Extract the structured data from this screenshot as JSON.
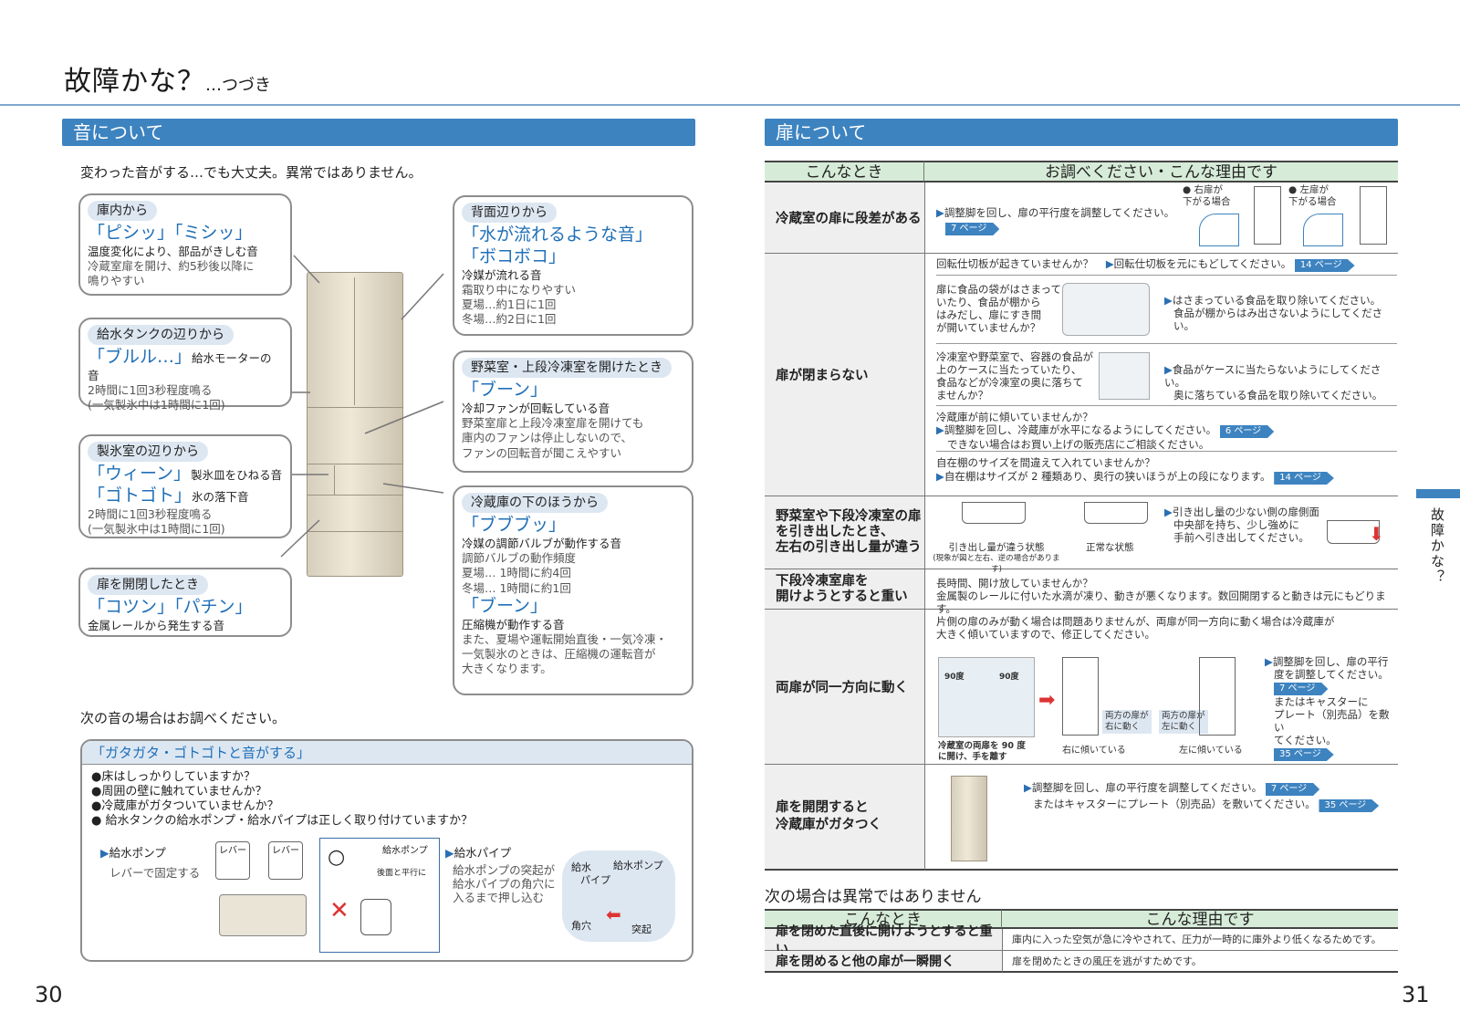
{
  "title": {
    "main": "故障かな？",
    "sub": "…つづき"
  },
  "left": {
    "section": "音について",
    "lead": "変わった音がする…でも大丈夫。異常ではありません。",
    "bubbles": {
      "b1": {
        "head": "庫内から",
        "q": "「ピシッ」「ミシッ」",
        "d1": "温度変化により、部品がきしむ音",
        "d2": "冷蔵室扉を開け、約5秒後以降に",
        "d3": "鳴りやすい"
      },
      "b2": {
        "head": "給水タンクの辺りから",
        "q": "「ブルル…」",
        "qnote": "給水モーターの音",
        "d1": "2時間に1回3秒程度鳴る",
        "d2": "(一気製氷中は1時間に1回)"
      },
      "b3": {
        "head": "製氷室の辺りから",
        "q1": "「ウィーン」",
        "n1": "製氷皿をひねる音",
        "q2": "「ゴトゴト」",
        "n2": "氷の落下音",
        "d1": "2時間に1回3秒程度鳴る",
        "d2": "(一気製氷中は1時間に1回)"
      },
      "b4": {
        "head": "扉を開閉したとき",
        "q": "「コツン」「パチン」",
        "d1": "金属レールから発生する音"
      },
      "b5": {
        "head": "背面辺りから",
        "q1": "「水が流れるような音」",
        "q2": "「ボコボコ」",
        "d1": "冷媒が流れる音",
        "d2": "霜取り中になりやすい",
        "d3": "夏場…約1日に1回",
        "d4": "冬場…約2日に1回"
      },
      "b6": {
        "head": "野菜室・上段冷凍室を開けたとき",
        "q": "「ブーン」",
        "d1": "冷却ファンが回転している音",
        "d2": "野菜室扉と上段冷凍室扉を開けても",
        "d3": "庫内のファンは停止しないので、",
        "d4": "ファンの回転音が聞こえやすい"
      },
      "b7": {
        "head": "冷蔵庫の下のほうから",
        "q1": "「ブブブッ」",
        "d1": "冷媒の調節バルブが動作する音",
        "d2": "調節バルブの動作頻度",
        "d3": "夏場… 1時間に約4回",
        "d4": "冬場… 1時間に約1回",
        "q2": "「ブーン」",
        "d5": "圧縮機が動作する音",
        "d6": "また、夏場や運転開始直後・一気冷凍・",
        "d7": "一気製氷のときは、圧縮機の運転音が",
        "d8": "大きくなります。"
      }
    },
    "check_lead": "次の音の場合はお調べください。",
    "box": {
      "head": "「ガタガタ・ゴトゴトと音がする」",
      "items": [
        "●床はしっかりしていますか？",
        "●周囲の壁に触れていませんか？",
        "●冷蔵庫がガタついていませんか？",
        "● 給水タンクの給水ポンプ・給水パイプは正しく取り付けていますか？"
      ],
      "pump_label": "給水ポンプ",
      "pump_desc": "レバーで固定する",
      "lever": "レバー",
      "ok_label": "給水ポンプ",
      "ok_note": "後面と平行に",
      "pipe_label": "給水パイプ",
      "pipe_d1": "給水ポンプの突起が",
      "pipe_d2": "給水パイプの角穴に",
      "pipe_d3": "入るまで押し込む",
      "fig": {
        "pipe": "給水",
        "pipe2": "パイプ",
        "pump": "給水ポンプ",
        "hole": "角穴",
        "tab": "突起"
      }
    },
    "page": "30"
  },
  "right": {
    "section": "扉について",
    "th1": "こんなとき",
    "th2": "お調べください・こんな理由です",
    "r1": {
      "label": "冷蔵室の扉に段差がある",
      "t": "調整脚を回し、扉の平行度を調整してください。",
      "pg": "7 ページ",
      "c1": "● 右扉が",
      "c1b": "下がる場合",
      "c2": "● 左扉が",
      "c2b": "下がる場合"
    },
    "r2": {
      "label": "扉が閉まらない",
      "s1": "回転仕切板が起きていませんか？",
      "s1b": "回転仕切板を元にもどしてください。",
      "s1pg": "14 ページ",
      "s2a": "扉に食品の袋がはさまって",
      "s2b": "いたり、食品が棚から",
      "s2c": "はみだし、扉にすき間",
      "s2d": "が開いていませんか？",
      "s2r1": "はさまっている食品を取り除いてください。",
      "s2r2": "食品が棚からはみ出さないようにしてください。",
      "s3a": "冷凍室や野菜室で、容器の食品が",
      "s3b": "上のケースに当たっていたり、",
      "s3c": "食品などが冷凍室の奥に落ちて",
      "s3d": "ませんか？",
      "s3r1": "食品がケースに当たらないようにしてください。",
      "s3r2": "奥に落ちている食品を取り除いてください。",
      "s4": "冷蔵庫が前に傾いていませんか？",
      "s4b": "調整脚を回し、冷蔵庫が水平になるようにしてください。",
      "s4pg": "6 ページ",
      "s4c": "できない場合はお買い上げの販売店にご相談ください。",
      "s5": "自在棚のサイズを間違えて入れていませんか？",
      "s5b": "自在棚はサイズが 2 種類あり、奥行の狭いほうが上の段になります。",
      "s5pg": "14 ページ"
    },
    "r3": {
      "l1": "野菜室や下段冷凍室の扉",
      "l2": "を引き出したとき、",
      "l3": "左右の引き出し量が違う",
      "c1": "引き出し量が違う状態",
      "c1b": "(現象が図と左右、逆の場合があります)",
      "c2": "正常な状態",
      "t1": "引き出し量の少ない側の扉側面",
      "t2": "中央部を持ち、少し強めに",
      "t3": "手前へ引き出してください。"
    },
    "r4": {
      "l1": "下段冷凍室扉を",
      "l2": "開けようとすると重い",
      "t1": "長時間、開け放していませんか？",
      "t2": "金属製のレールに付いた水滴が凍り、動きが悪くなります。数回開閉すると動きは元にもどります。"
    },
    "r5": {
      "label": "両扉が同一方向に動く",
      "t1": "片側の扉のみが動く場合は問題ありませんが、両扉が同一方向に動く場合は冷蔵庫が",
      "t2": "大きく傾いていますので、修正してください。",
      "deg": "90度",
      "cap1": "冷蔵室の両扉を 90 度",
      "cap1b": "に開け、手を離す",
      "cap2": "両方の扉が",
      "cap2b": "右に動く",
      "cap3": "両方の扉が",
      "cap3b": "左に動く",
      "cap4": "右に傾いている",
      "cap5": "左に傾いている",
      "r1": "調整脚を回し、扉の平行",
      "r2": "度を調整してください。",
      "rpg": "7 ページ",
      "r3": "またはキャスターに",
      "r4": "プレート（別売品）を敷い",
      "r5": "てください。",
      "rpg2": "35 ページ"
    },
    "r6": {
      "l1": "扉を開閉すると",
      "l2": "冷蔵庫がガタつく",
      "t1": "調整脚を回し、扉の平行度を調整してください。",
      "pg": "7 ページ",
      "t2": "またはキャスターにプレート（別売品）を敷いてください。",
      "pg2": "35 ページ"
    },
    "normal_head": "次の場合は異常ではありません",
    "nth1": "こんなとき",
    "nth2": "こんな理由です",
    "n1": {
      "label": "扉を閉めた直後に開けようとすると重い",
      "t": "庫内に入った空気が急に冷やされて、圧力が一時的に庫外より低くなるためです。"
    },
    "n2": {
      "label": "扉を閉めると他の扉が一瞬開く",
      "t": "扉を閉めたときの風圧を逃がすためです。"
    },
    "side": "故障かな？",
    "page": "31"
  }
}
